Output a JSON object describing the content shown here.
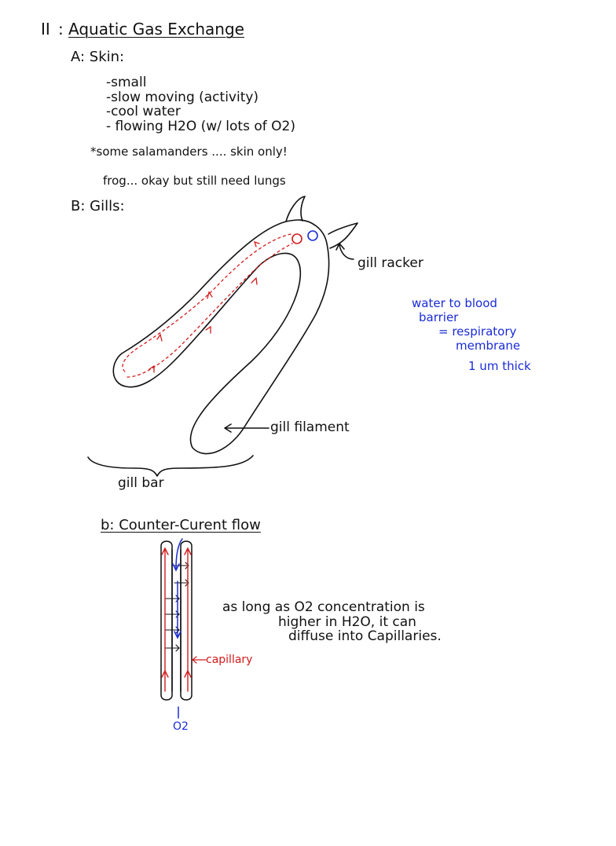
{
  "colors": {
    "ink": "#111111",
    "blood_red": "#d41b1b",
    "water_blue": "#1a2bd6"
  },
  "section": {
    "numeral": "II",
    "title": "Aquatic Gas Exchange"
  },
  "skin": {
    "heading": "A: Skin:",
    "list": [
      "-small",
      "-slow moving (activity)",
      "-cool water",
      "- flowing H2O (w/ lots of O2)"
    ],
    "note_salamander": "*some salamanders .... skin only!",
    "note_frog": "frog... okay but still need lungs"
  },
  "gills": {
    "heading": "B: Gills:",
    "label_raker": "gill racker",
    "label_filament": "gill filament",
    "label_bar": "gill bar",
    "barrier_note": [
      "water to blood",
      "barrier",
      "= respiratory",
      "membrane"
    ],
    "thickness_note": "1 um thick"
  },
  "countercurrent": {
    "heading": "b: Counter-Curent flow",
    "capillary_label": "capillary",
    "o2_label": "O2",
    "explanation": [
      "as long as O2 concentration is",
      "higher in H2O, it can",
      "diffuse into Capillaries."
    ]
  }
}
